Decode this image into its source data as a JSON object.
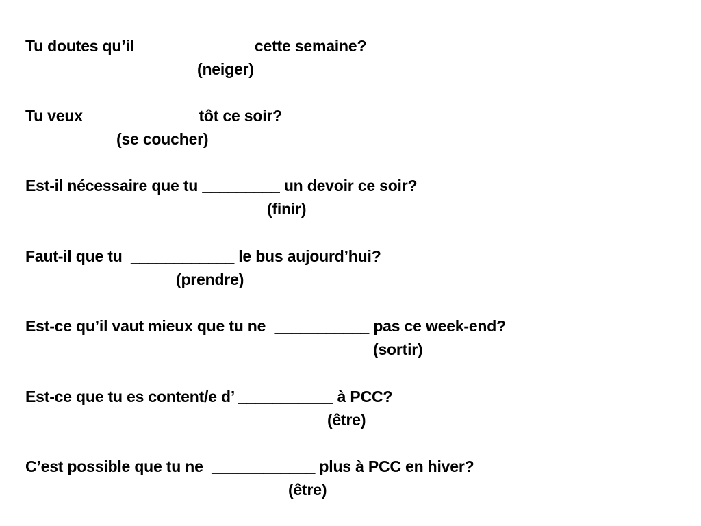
{
  "exercise": {
    "items": [
      {
        "sentence": "Tu doutes qu’il _____________ cette semaine?",
        "hint": "(neiger)"
      },
      {
        "sentence": "Tu veux  ____________ tôt ce soir?",
        "hint": "(se coucher)"
      },
      {
        "sentence": "Est-il nécessaire que tu _________ un devoir ce soir?",
        "hint": "(finir)"
      },
      {
        "sentence": "Faut-il que tu  ____________ le bus aujourd’hui?",
        "hint": "(prendre)"
      },
      {
        "sentence": "Est-ce qu’il vaut mieux que tu ne  ___________ pas ce week-end?",
        "hint": "(sortir)"
      },
      {
        "sentence": "Est-ce que tu es content/e d’ ___________ à PCC?",
        "hint": "(être)"
      },
      {
        "sentence": "C’est possible que tu ne  ____________ plus à PCC en hiver?",
        "hint": "(être)"
      }
    ]
  }
}
